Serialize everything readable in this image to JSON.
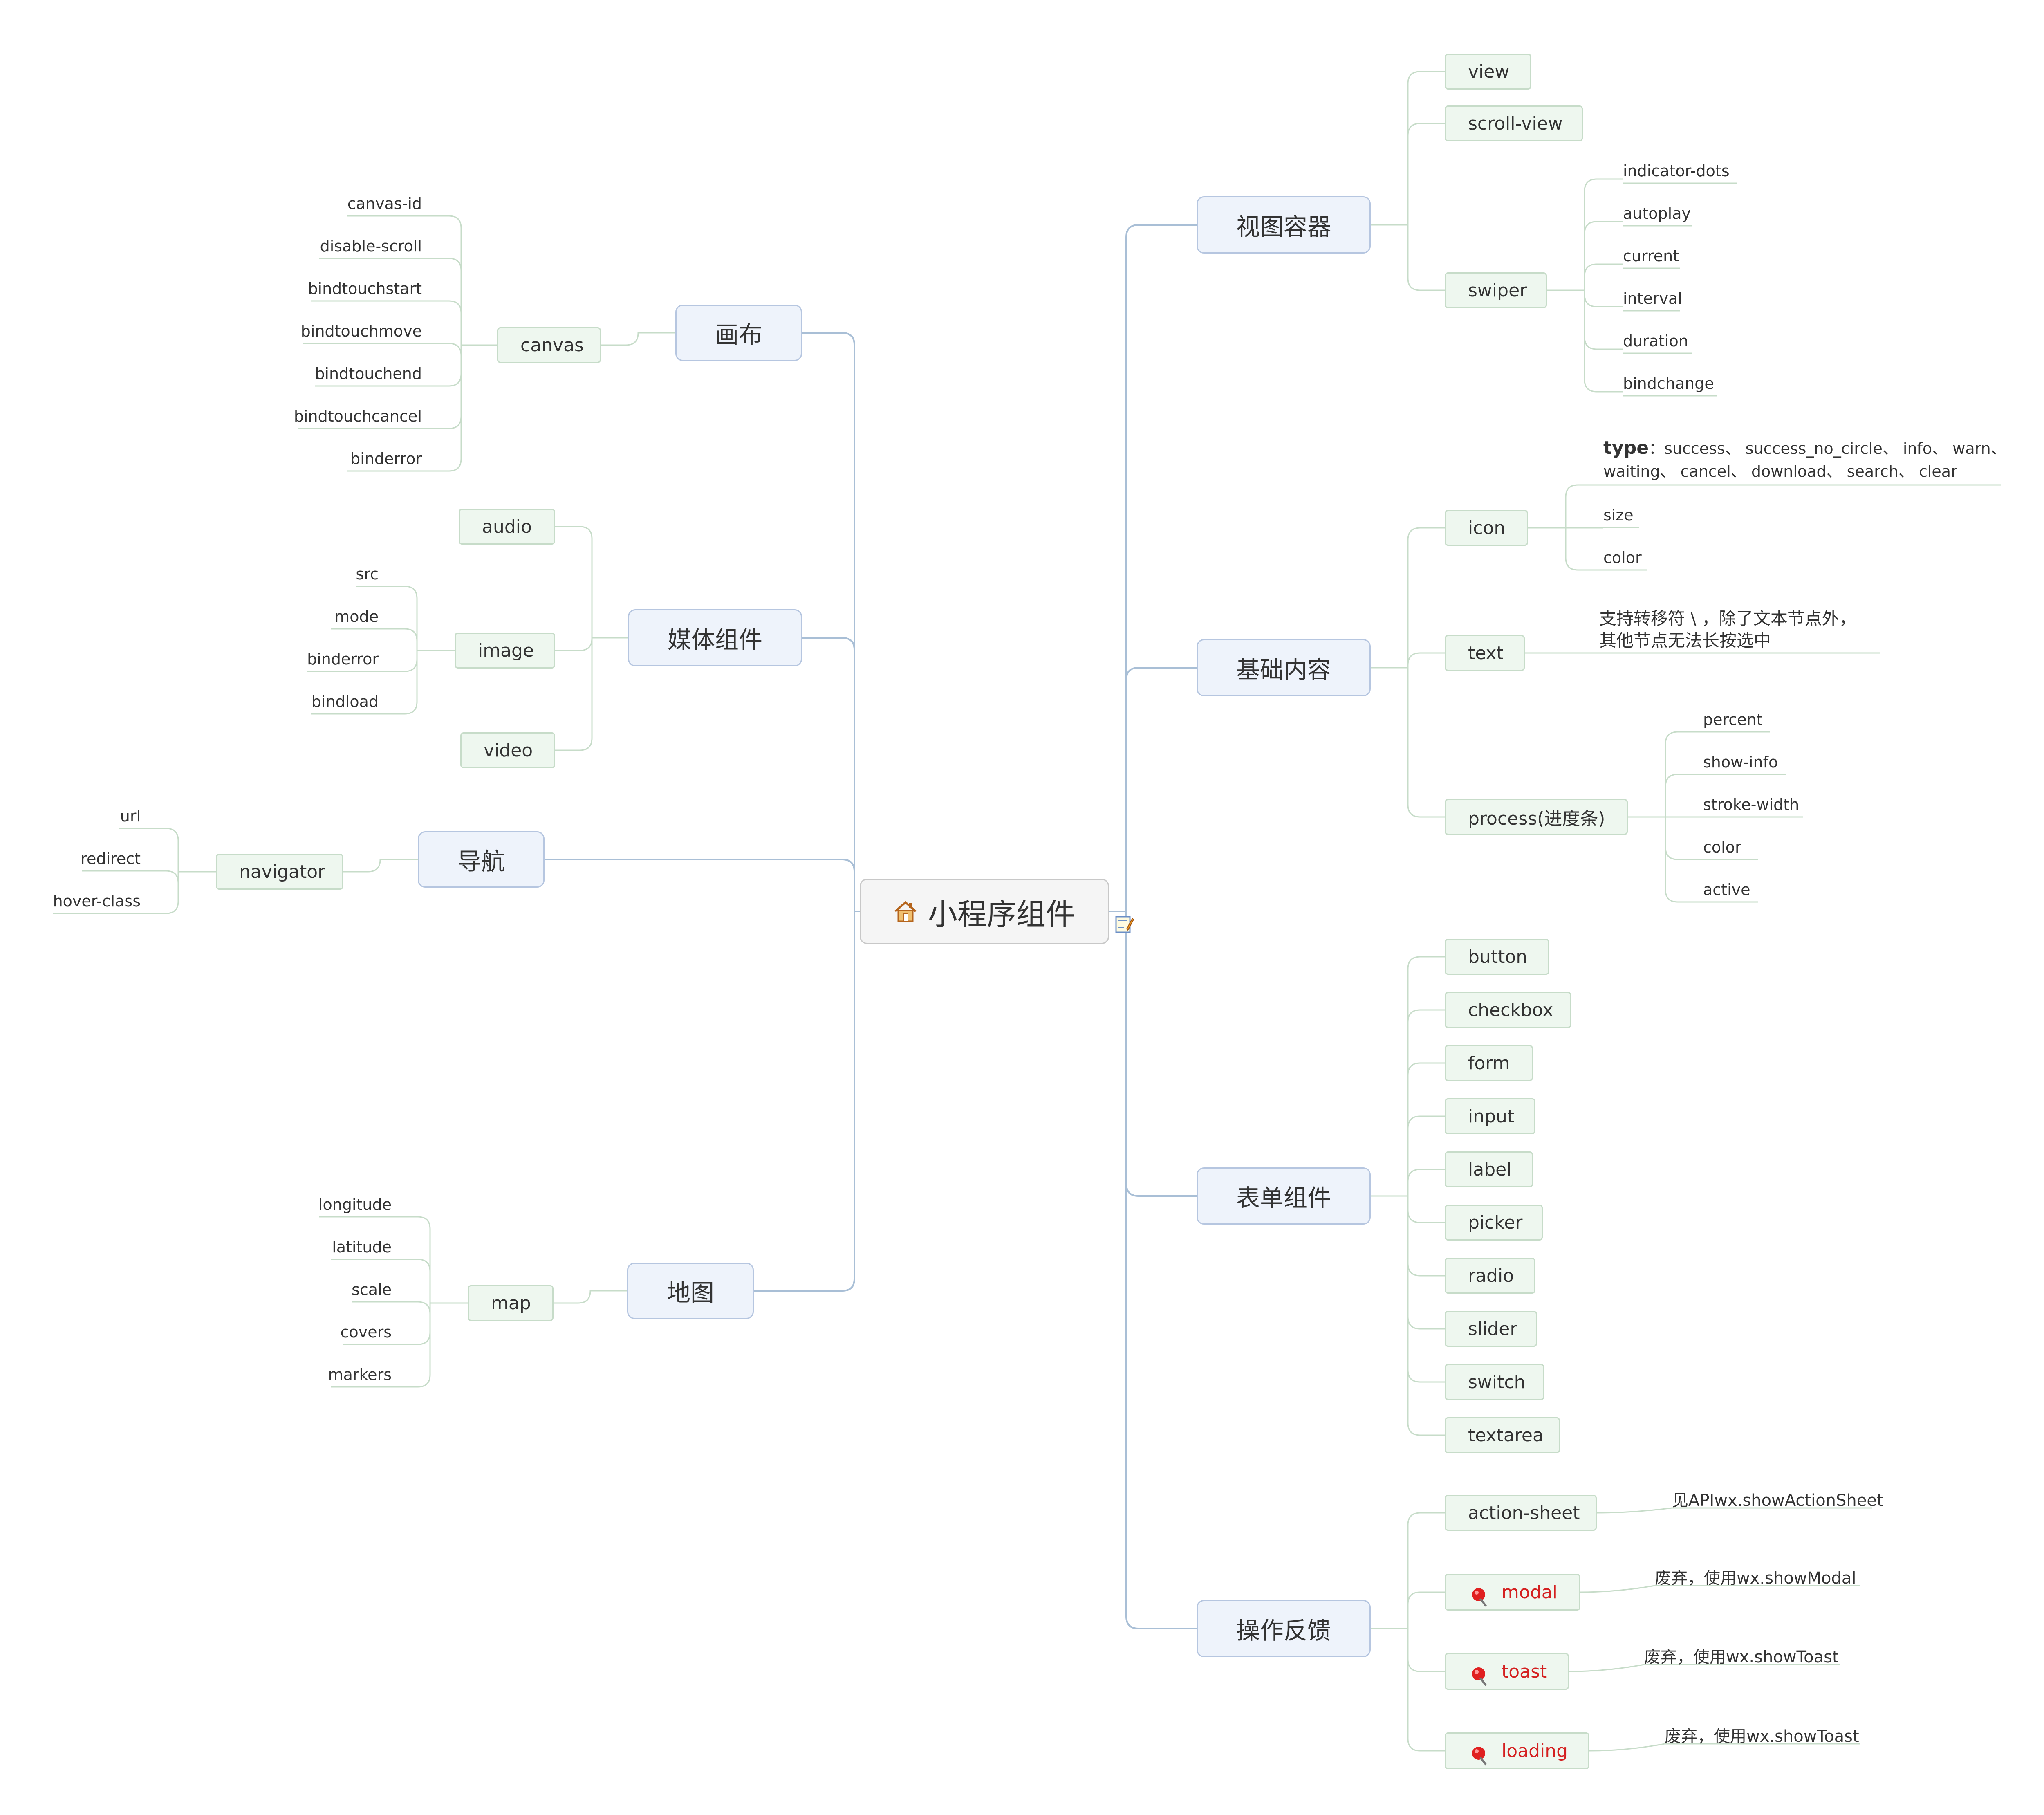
{
  "root": {
    "label": "小程序组件",
    "icon": "home-icon"
  },
  "branches": {
    "view_container": {
      "label": "视图容器",
      "children": {
        "view": "view",
        "scroll_view": "scroll-view",
        "swiper": {
          "label": "swiper",
          "leaves": [
            "indicator-dots",
            "autoplay",
            "current",
            "interval",
            "duration",
            "bindchange"
          ]
        }
      }
    },
    "basic_content": {
      "label": "基础内容",
      "children": {
        "icon": {
          "label": "icon",
          "type_key": "type",
          "type_values_line1": "：success、 success_no_circle、 info、 warn、",
          "type_values_line2": "waiting、 cancel、 download、 search、 clear",
          "leaves": [
            "size",
            "color"
          ]
        },
        "text": {
          "label": "text",
          "note_line1": "支持转移符 \\ ，除了文本节点外，",
          "note_line2": "其他节点无法长按选中"
        },
        "process": {
          "label": "process(进度条)",
          "leaves": [
            "percent",
            "show-info",
            "stroke-width",
            "color",
            "active"
          ]
        }
      }
    },
    "form_components": {
      "label": "表单组件",
      "children": [
        "button",
        "checkbox",
        "form",
        "input",
        "label",
        "picker",
        "radio",
        "slider",
        "switch",
        "textarea"
      ]
    },
    "feedback": {
      "label": "操作反馈",
      "children": {
        "action_sheet": {
          "label": "action-sheet",
          "note": "见APIwx.showActionSheet"
        },
        "modal": {
          "label": "modal",
          "note": "废弃，使用wx.showModal",
          "icon": "deprecated-pin-icon"
        },
        "toast": {
          "label": "toast",
          "note": "废弃，使用wx.showToast",
          "icon": "deprecated-pin-icon"
        },
        "loading": {
          "label": "loading",
          "note": "废弃，使用wx.showToast",
          "icon": "deprecated-pin-icon"
        }
      }
    },
    "canvas_branch": {
      "label": "画布",
      "children": {
        "canvas": {
          "label": "canvas",
          "leaves": [
            "canvas-id",
            "disable-scroll",
            "bindtouchstart",
            "bindtouchmove",
            "bindtouchend",
            "bindtouchcancel",
            "binderror"
          ]
        }
      }
    },
    "media": {
      "label": "媒体组件",
      "children": {
        "audio": "audio",
        "image": {
          "label": "image",
          "leaves": [
            "src",
            "mode",
            "binderror",
            "bindload"
          ]
        },
        "video": "video"
      }
    },
    "navigation": {
      "label": "导航",
      "children": {
        "navigator": {
          "label": "navigator",
          "leaves": [
            "url",
            "redirect",
            "hover-class"
          ]
        }
      }
    },
    "map_branch": {
      "label": "地图",
      "children": {
        "map": {
          "label": "map",
          "leaves": [
            "longitude",
            "latitude",
            "scale",
            "covers",
            "markers"
          ]
        }
      }
    }
  },
  "colors": {
    "root_fill": "#f5f5f5",
    "main_fill": "#eef3fb",
    "sub_fill": "#eef7ef",
    "main_link": "#a9bfd6",
    "sub_link": "#c7dcc9",
    "deprecated_text": "#d42020"
  },
  "note_icon": "note-pencil-icon"
}
